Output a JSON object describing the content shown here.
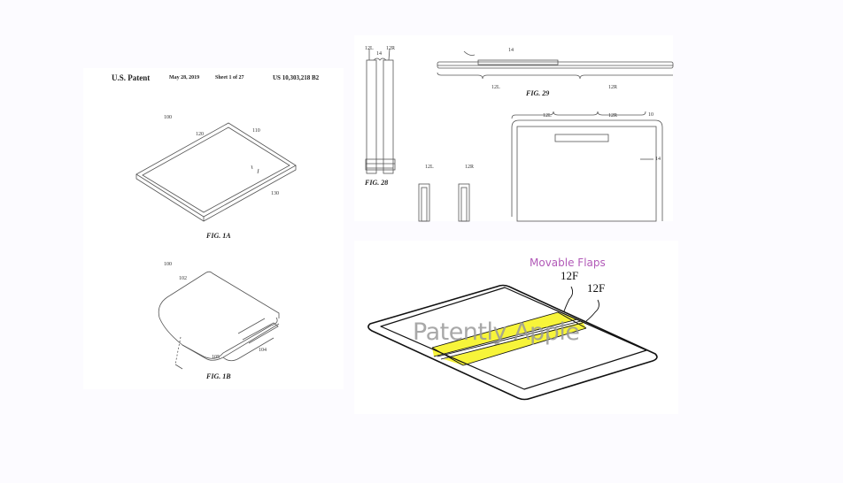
{
  "sheet1": {
    "header": {
      "title": "U.S. Patent",
      "date": "May 28, 2019",
      "sheet": "Sheet 1 of 27",
      "number": "US 10,303,218 B2"
    },
    "fig1a": {
      "caption": "FIG. 1A",
      "labels": [
        "100",
        "120",
        "110",
        "130"
      ]
    },
    "fig1b": {
      "caption": "FIG. 1B",
      "labels": [
        "100",
        "102",
        "105",
        "104"
      ]
    }
  },
  "sheet2": {
    "fig28": {
      "caption": "FIG. 28",
      "labels": [
        "12L",
        "12R",
        "14"
      ],
      "lower_labels": [
        "12L",
        "12R"
      ]
    },
    "fig29": {
      "caption": "FIG. 29",
      "labels": [
        "14",
        "12L",
        "12R"
      ]
    },
    "fig30_partial": {
      "labels": [
        "12L",
        "12R",
        "10",
        "14"
      ]
    }
  },
  "annotated": {
    "title": "Movable Flaps",
    "label_a": "12F",
    "label_b": "12F",
    "watermark": "Patently Apple",
    "colors": {
      "title": "#b25ab8",
      "highlight": "#f7f43a",
      "watermark": "#9a9a9a"
    }
  }
}
